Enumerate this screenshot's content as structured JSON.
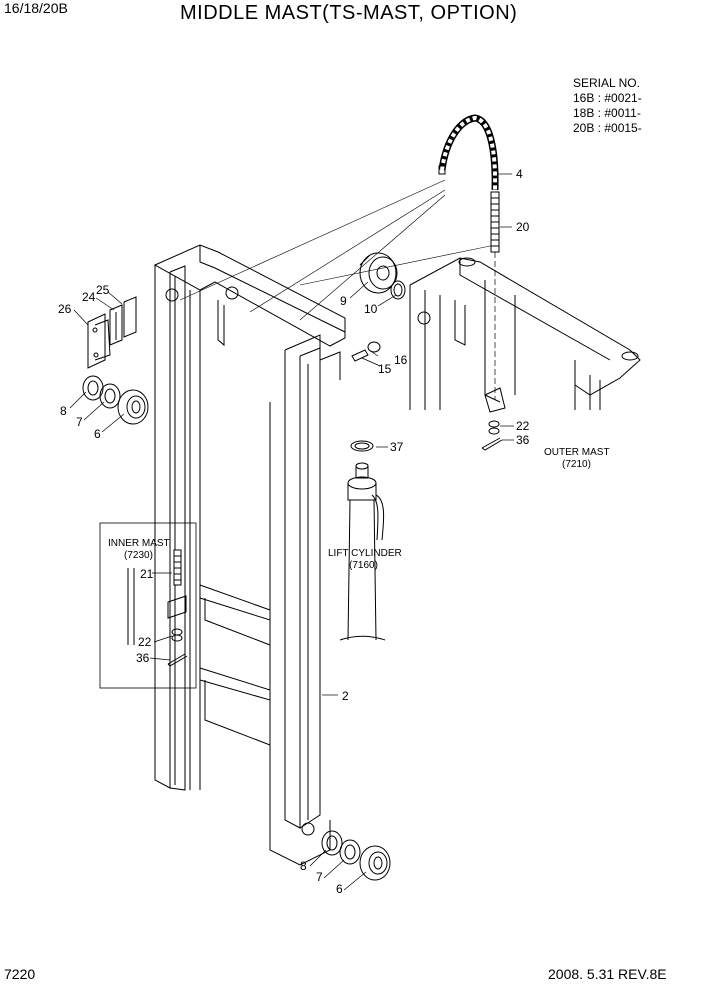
{
  "header": {
    "model": "16/18/20B",
    "title": "MIDDLE MAST(TS-MAST, OPTION)"
  },
  "serial": {
    "heading": "SERIAL NO.",
    "lines": [
      "16B : #0021-",
      "18B : #0011-",
      "20B : #0015-"
    ]
  },
  "labels": {
    "outer_mast": "OUTER MAST",
    "outer_mast_ref": "(7210)",
    "inner_mast": "INNER MAST",
    "inner_mast_ref": "(7230)",
    "lift_cylinder": "LIFT CYLINDER",
    "lift_cylinder_ref": "(7160)"
  },
  "callouts": {
    "c4": "4",
    "c20": "20",
    "c25": "25",
    "c24": "24",
    "c26": "26",
    "c9": "9",
    "c10": "10",
    "c16": "16",
    "c15": "15",
    "c8a": "8",
    "c7a": "7",
    "c6a": "6",
    "c22a": "22",
    "c36a": "36",
    "c37": "37",
    "c21": "21",
    "c22b": "22",
    "c36b": "36",
    "c2": "2",
    "c8b": "8",
    "c7b": "7",
    "c6b": "6"
  },
  "footer": {
    "page": "7220",
    "revision": "2008. 5.31  REV.8E"
  }
}
